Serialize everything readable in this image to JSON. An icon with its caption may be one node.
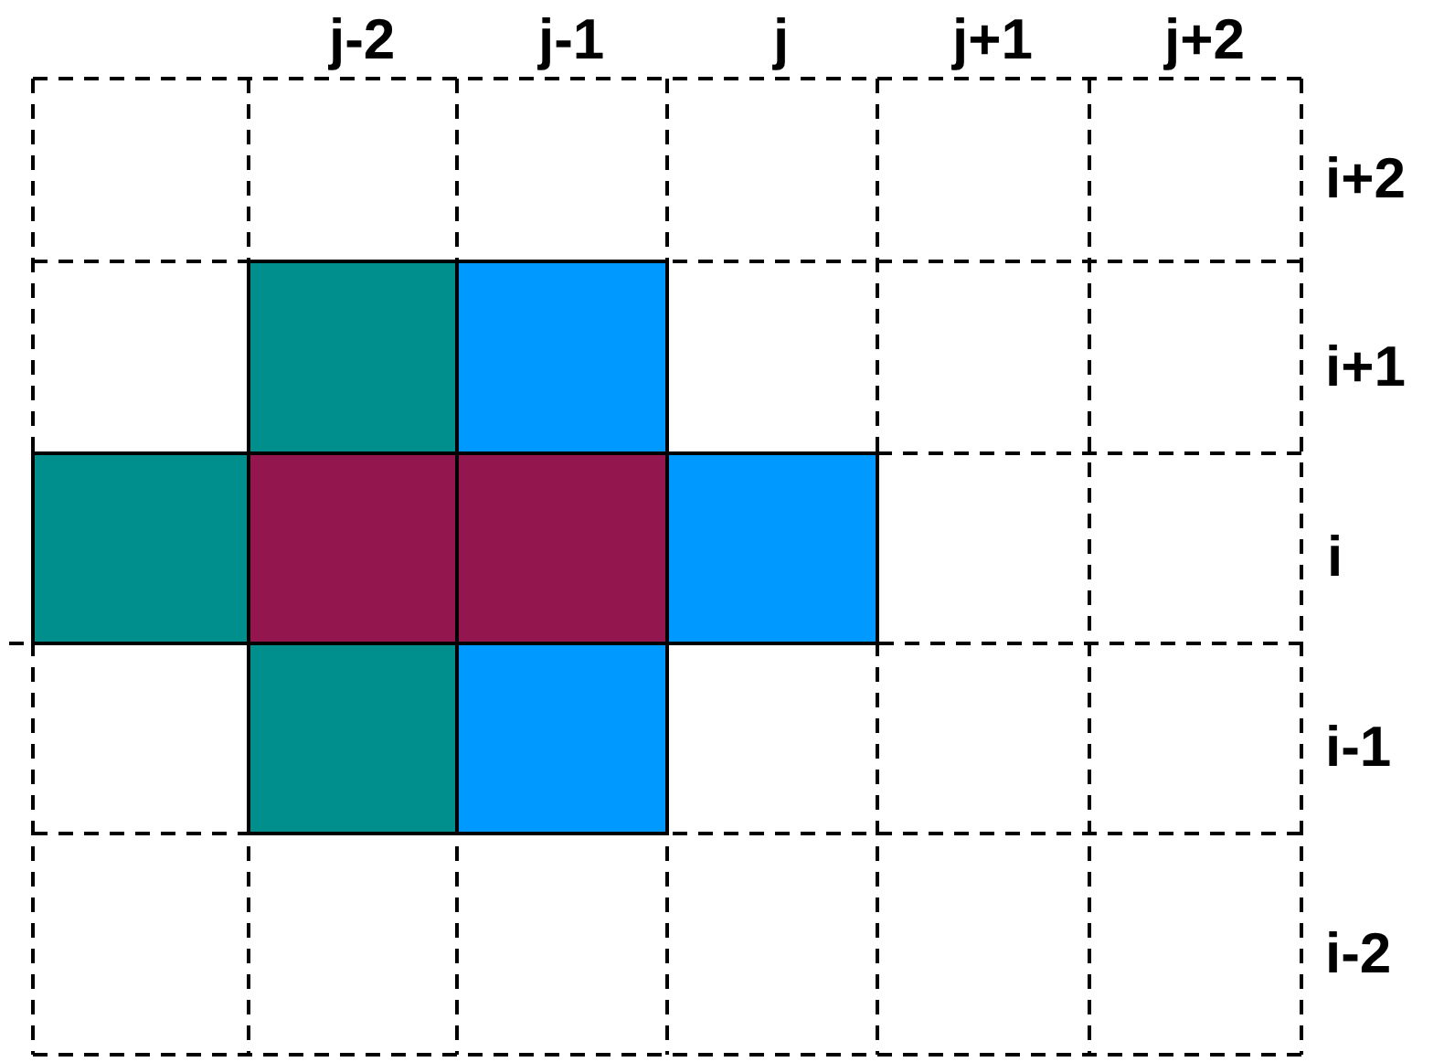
{
  "diagram": {
    "labels": [
      "j-2",
      "j-1",
      "j",
      "j+1",
      "j+2",
      "i+2",
      "i+1",
      "i",
      "i-1",
      "i-2"
    ]
  }
}
